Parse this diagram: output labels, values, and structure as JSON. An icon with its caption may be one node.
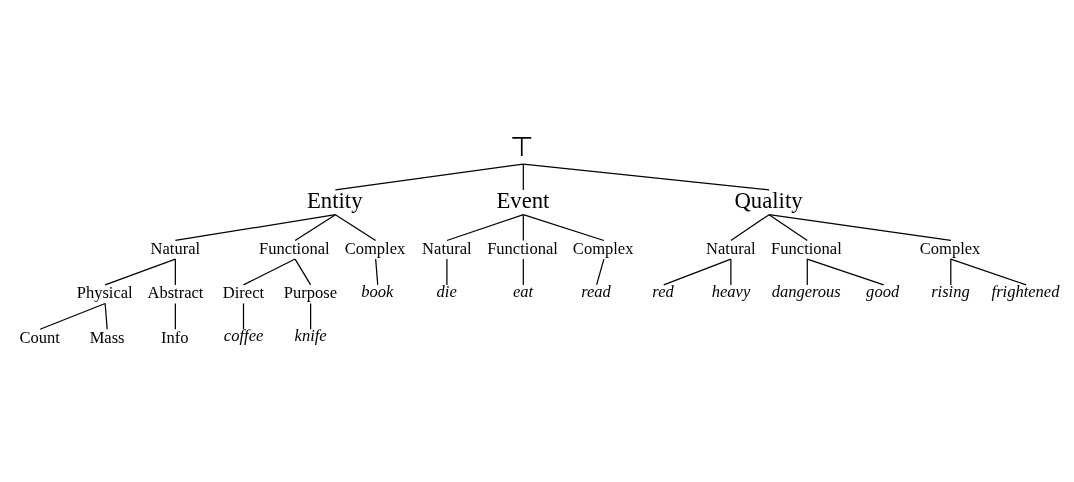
{
  "diagram": {
    "nodes": [
      {
        "text": [
          "⊤"
        ]
      },
      {
        "text": [
          "Entity"
        ]
      },
      {
        "text": [
          "Event"
        ]
      },
      {
        "text": [
          "Quality"
        ]
      },
      {
        "text": [
          "Natural"
        ]
      },
      {
        "text": [
          "Functional"
        ]
      },
      {
        "text": [
          "Complex"
        ]
      },
      {
        "text": [
          "Physical"
        ]
      },
      {
        "text": [
          "Abstract"
        ]
      },
      {
        "text": [
          "Count"
        ]
      },
      {
        "text": [
          "Mass"
        ]
      },
      {
        "text": [
          "Info"
        ]
      },
      {
        "text": [
          "Direct"
        ]
      },
      {
        "text": [
          "Purpose"
        ]
      },
      {
        "text": [
          "coffee"
        ]
      },
      {
        "text": [
          "knife"
        ]
      },
      {
        "text": [
          "book"
        ]
      },
      {
        "text": [
          "Natural"
        ]
      },
      {
        "text": [
          "Functional"
        ]
      },
      {
        "text": [
          "Complex"
        ]
      },
      {
        "text": [
          "die"
        ]
      },
      {
        "text": [
          "eat"
        ]
      },
      {
        "text": [
          "read"
        ]
      },
      {
        "text": [
          "Natural"
        ]
      },
      {
        "text": [
          "Functional"
        ]
      },
      {
        "text": [
          "Complex"
        ]
      },
      {
        "text": [
          "red"
        ]
      },
      {
        "text": [
          "heavy"
        ]
      },
      {
        "text": [
          "dangerous"
        ]
      },
      {
        "text": [
          "good"
        ]
      },
      {
        "text": [
          "rising"
        ]
      },
      {
        "text": [
          "frightened"
        ]
      }
    ],
    "edges": [
      {
        "from": 0,
        "to": 1,
        "arrow": "none"
      },
      {
        "from": 0,
        "to": 2,
        "arrow": "none"
      },
      {
        "from": 0,
        "to": 3,
        "arrow": "none"
      },
      {
        "from": 1,
        "to": 4,
        "arrow": "none"
      },
      {
        "from": 1,
        "to": 5,
        "arrow": "none"
      },
      {
        "from": 1,
        "to": 6,
        "arrow": "none"
      },
      {
        "from": 4,
        "to": 7,
        "arrow": "none"
      },
      {
        "from": 4,
        "to": 8,
        "arrow": "none"
      },
      {
        "from": 7,
        "to": 9,
        "arrow": "none"
      },
      {
        "from": 7,
        "to": 10,
        "arrow": "none"
      },
      {
        "from": 8,
        "to": 11,
        "arrow": "none"
      },
      {
        "from": 5,
        "to": 12,
        "arrow": "none"
      },
      {
        "from": 5,
        "to": 13,
        "arrow": "none"
      },
      {
        "from": 12,
        "to": 14,
        "arrow": "none"
      },
      {
        "from": 13,
        "to": 15,
        "arrow": "none"
      },
      {
        "from": 6,
        "to": 16,
        "arrow": "none"
      },
      {
        "from": 2,
        "to": 17,
        "arrow": "none"
      },
      {
        "from": 2,
        "to": 18,
        "arrow": "none"
      },
      {
        "from": 2,
        "to": 19,
        "arrow": "none"
      },
      {
        "from": 17,
        "to": 20,
        "arrow": "none"
      },
      {
        "from": 18,
        "to": 21,
        "arrow": "none"
      },
      {
        "from": 19,
        "to": 22,
        "arrow": "none"
      },
      {
        "from": 3,
        "to": 23,
        "arrow": "none"
      },
      {
        "from": 3,
        "to": 24,
        "arrow": "none"
      },
      {
        "from": 3,
        "to": 25,
        "arrow": "none"
      },
      {
        "from": 23,
        "to": 26,
        "arrow": "none"
      },
      {
        "from": 23,
        "to": 27,
        "arrow": "none"
      },
      {
        "from": 24,
        "to": 28,
        "arrow": "none"
      },
      {
        "from": 24,
        "to": 29,
        "arrow": "none"
      },
      {
        "from": 25,
        "to": 30,
        "arrow": "none"
      },
      {
        "from": 25,
        "to": 31,
        "arrow": "none"
      }
    ]
  }
}
